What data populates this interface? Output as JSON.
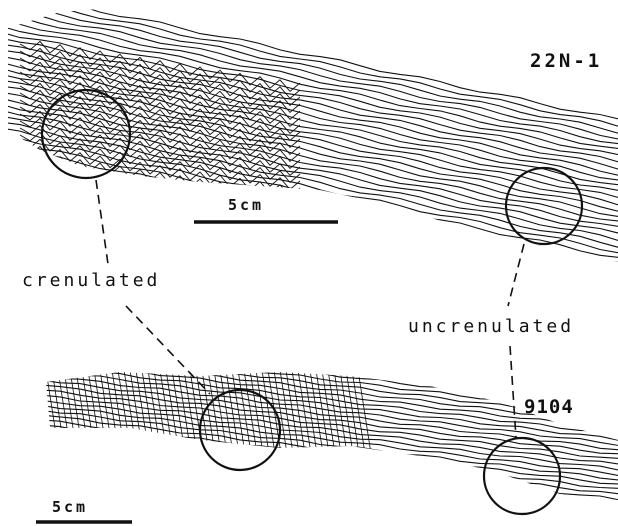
{
  "labels": {
    "sample_top": "22N-1",
    "sample_bottom": "9104",
    "crenulated": "crenulated",
    "uncrenulated": "uncrenulated",
    "scale_top": "5cm",
    "scale_bottom": "5cm"
  },
  "colors": {
    "ink": "#111111",
    "paper": "#ffffff"
  },
  "icons": [
    "crenulation-circle",
    "scale-bar",
    "leader-line"
  ]
}
